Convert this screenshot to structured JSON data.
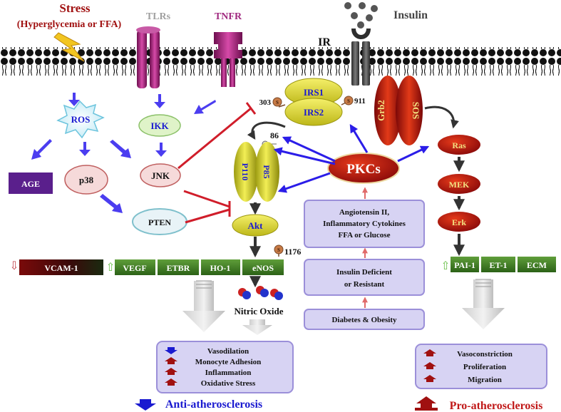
{
  "stimuli": {
    "stress_title": "Stress",
    "stress_sub": "(Hyperglycemia or FFA)",
    "tlrs": "TLRs",
    "tnfr": "TNFR",
    "ir": "IR",
    "insulin": "Insulin"
  },
  "nodes": {
    "ros": "ROS",
    "ikk": "IKK",
    "age": "AGE",
    "p38": "p38",
    "jnk": "JNK",
    "pten": "PTEN",
    "irs1": "IRS1",
    "irs2": "IRS2",
    "site_303": "303",
    "site_911": "911",
    "site_86": "86",
    "p110": "P110",
    "p85": "P85",
    "akt": "Akt",
    "site_1176": "1176",
    "pkcs": "PKCs",
    "grb2": "Grb2",
    "sos": "SOS",
    "ras": "Ras",
    "mek": "MEK",
    "erk": "Erk",
    "nitric_oxide": "Nitric Oxide",
    "site_s": "S"
  },
  "left_bar": [
    "VCAM-1",
    "VEGF",
    "ETBR",
    "HO-1",
    "eNOS"
  ],
  "right_bar": [
    "PAI-1",
    "ET-1",
    "ECM"
  ],
  "center_boxes": {
    "triggers": [
      "Angiotensin II,",
      "Inflammatory Cytokines",
      "FFA or Glucose"
    ],
    "deficiency": [
      "Insulin Deficient",
      "or Resistant"
    ],
    "disease": "Diabetes & Obesity"
  },
  "anti_outcomes": [
    {
      "direction": "down",
      "text": "Vasodilation"
    },
    {
      "direction": "up",
      "text": "Monocyte Adhesion"
    },
    {
      "direction": "up",
      "text": "Inflammation"
    },
    {
      "direction": "up",
      "text": "Oxidative Stress"
    }
  ],
  "pro_outcomes": [
    {
      "direction": "up",
      "text": "Vasoconstriction"
    },
    {
      "direction": "up",
      "text": "Proliferation"
    },
    {
      "direction": "up",
      "text": "Migration"
    }
  ],
  "conclusions": {
    "anti": "Anti-atherosclerosis",
    "pro": "Pro-atherosclerosis"
  },
  "colors": {
    "stress_red": "#a01010",
    "tlr_gray": "#9a9a9a",
    "tnfr_magenta": "#a0287f",
    "node_blue": "#1a1ad0",
    "arrow_blue": "#2b1de8",
    "inhibit_red": "#d01d2a",
    "box_lavender": "#d7d3f3",
    "box_border": "#9b8fd9",
    "bar_green": "#3a7a22",
    "akt_yellow": "#e8e32a",
    "pkc_red": "#b81010",
    "age_purple": "#5a1f8c"
  }
}
